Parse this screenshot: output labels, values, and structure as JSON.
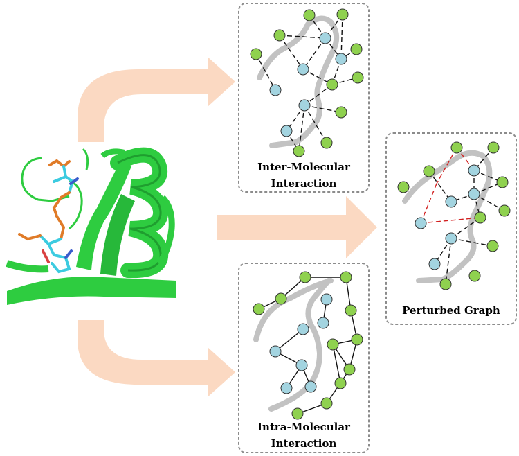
{
  "labels": {
    "inter_line1": "Inter-Molecular",
    "inter_line2": "Interaction",
    "intra_line1": "Intra-Molecular",
    "intra_line2": "Interaction",
    "perturbed": "Perturbed Graph"
  },
  "colors": {
    "arrow": "#fbd9c2",
    "protein_node": "#a3d4e0",
    "ligand_node": "#8fd14f",
    "backbone": "#c2c2c2",
    "perturbed_edge": "#d21f1f",
    "protein_ribbon": "#2ecc40"
  }
}
